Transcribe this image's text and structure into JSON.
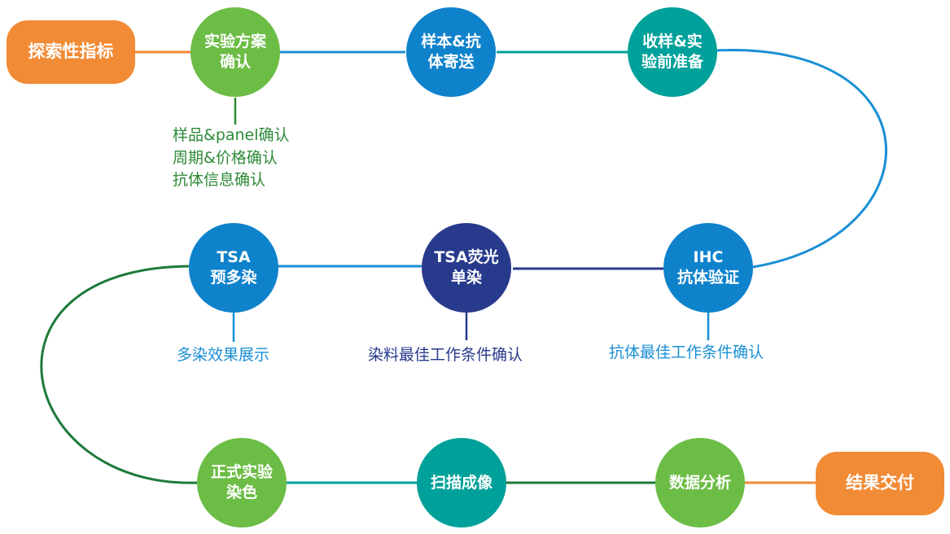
{
  "nodes": {
    "explore": "探索性指标",
    "plan": "实验方案\n确认",
    "sample": "样本&抗\n体寄送",
    "receive": "收样&实\n验前准备",
    "ihc": "IHC\n抗体验证",
    "tsa_single": "TSA荧光\n单染",
    "tsa_pre": "TSA\n预多染",
    "formal": "正式实验\n染色",
    "scan": "扫描成像",
    "analysis": "数据分析",
    "delivery": "结果交付"
  },
  "notes": {
    "plan": "样品&panel确认\n周期&价格确认\n抗体信息确认",
    "ihc": "抗体最佳工作条件确认",
    "tsa_single": "染料最佳工作条件确认",
    "tsa_pre": "多染效果展示"
  },
  "colors": {
    "orange": "#f28b36",
    "green": "#6cbd45",
    "blue": "#0f82cc",
    "teal": "#00a19a",
    "navy": "#283a8c",
    "dark_green": "#1e7a3a"
  }
}
